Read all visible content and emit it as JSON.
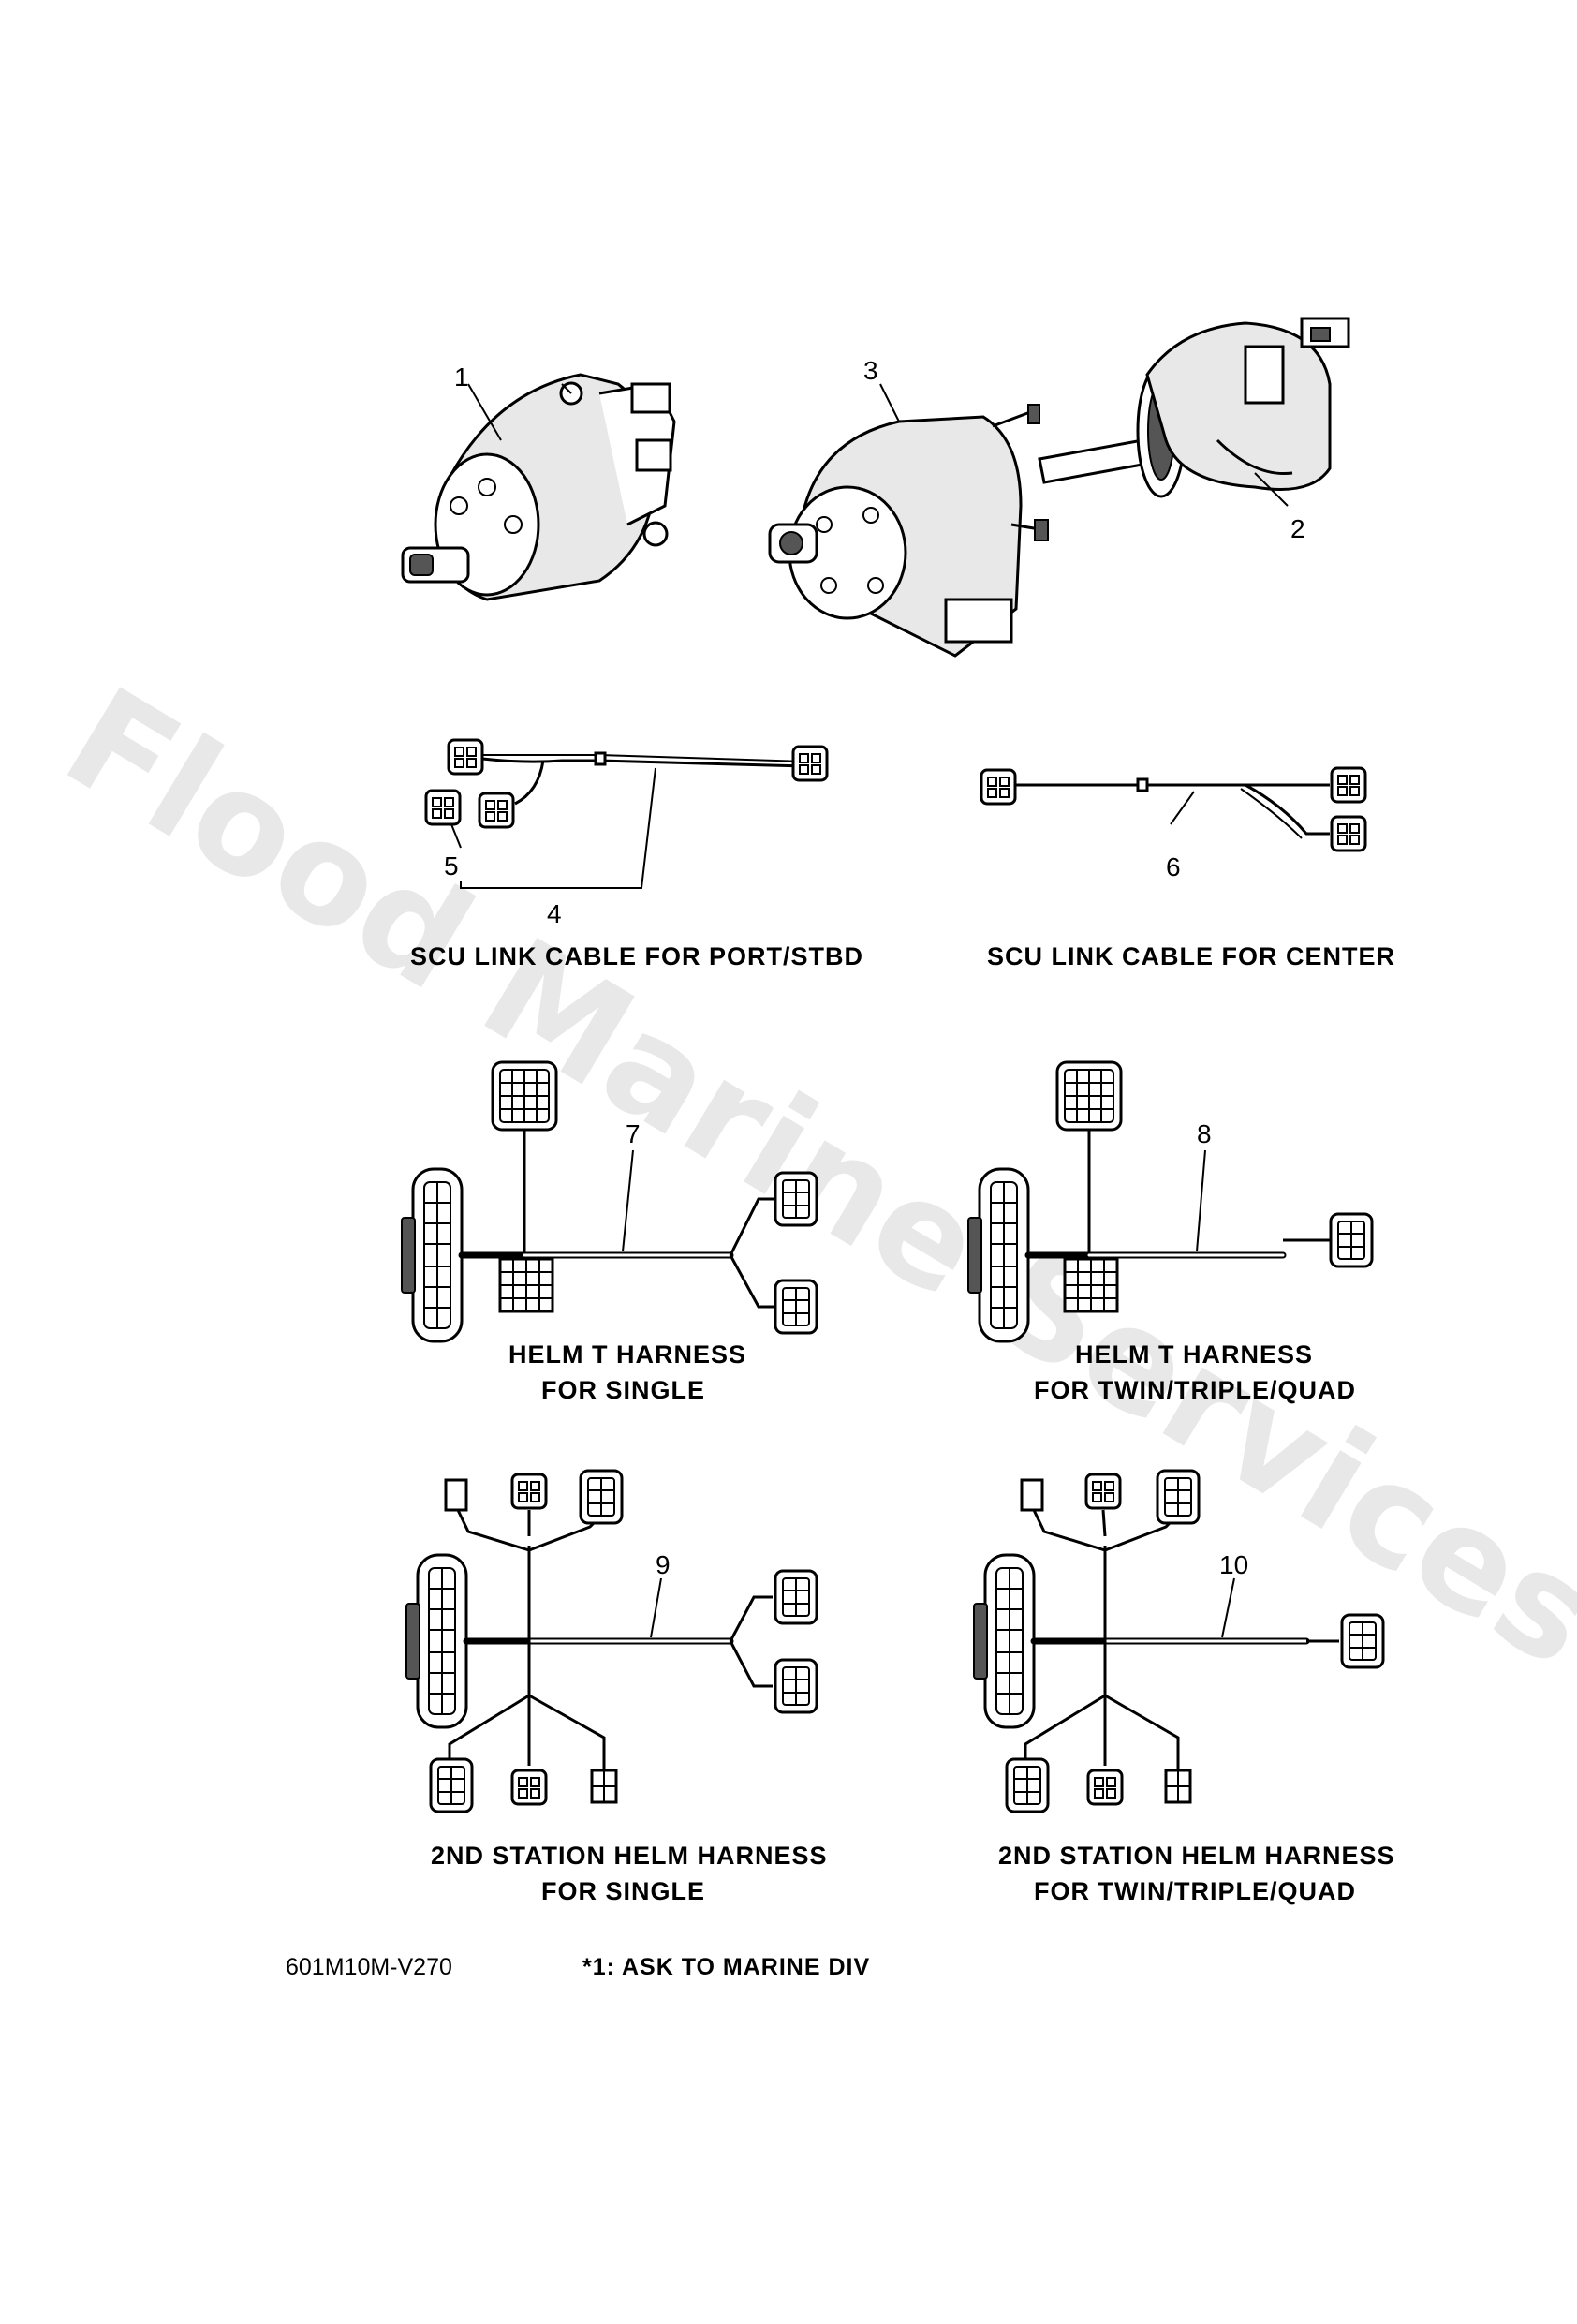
{
  "watermark": "Flood Marine Services",
  "callouts": {
    "c1": "1",
    "c2": "2",
    "c3": "3",
    "c4": "4",
    "c5": "5",
    "c6": "6",
    "c7": "7",
    "c8": "8",
    "c9": "9",
    "c10": "10"
  },
  "captions": {
    "scu_port_stbd": "SCU LINK CABLE FOR PORT/STBD",
    "scu_center": "SCU LINK CABLE FOR CENTER",
    "helm_t_single_1": "HELM T HARNESS",
    "helm_t_single_2": "FOR SINGLE",
    "helm_t_multi_1": "HELM T HARNESS",
    "helm_t_multi_2": "FOR TWIN/TRIPLE/QUAD",
    "second_single_1": "2ND STATION HELM HARNESS",
    "second_single_2": "FOR SINGLE",
    "second_multi_1": "2ND STATION HELM HARNESS",
    "second_multi_2": "FOR TWIN/TRIPLE/QUAD"
  },
  "footer": {
    "code": "601M10M-V270",
    "note": "*1:  ASK TO MARINE DIV"
  },
  "colors": {
    "ink": "#000000",
    "watermark": "#d6d6d6",
    "paper": "#ffffff"
  }
}
